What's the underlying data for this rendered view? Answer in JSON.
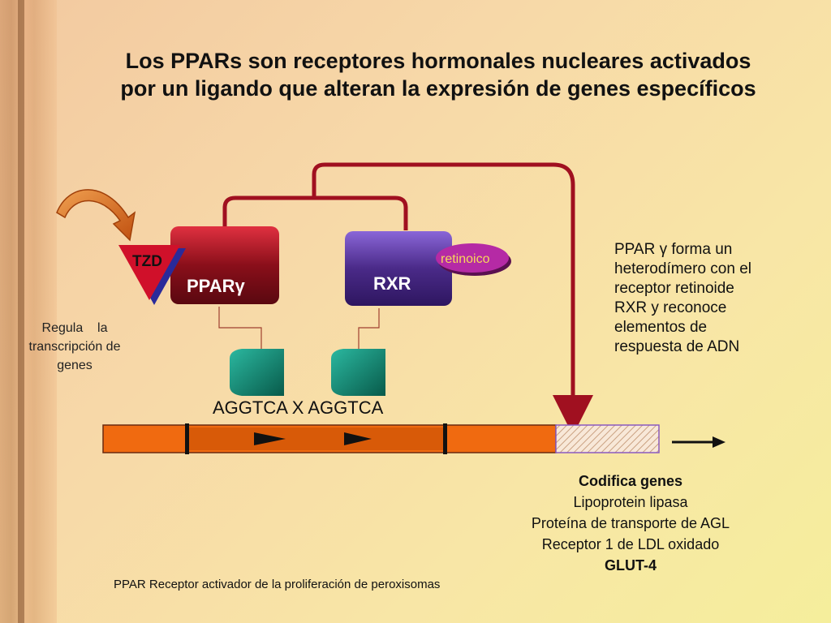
{
  "title_line1": "Los PPARs son receptores hormonales nucleares activados",
  "title_line2": "por un ligando que alteran la expresión de genes específicos",
  "tzd_label": "TZD",
  "ppar_label": "PPARγ",
  "rxr_label": "RXR",
  "retinoico_label": "retinoico",
  "regula_line1": "Regula    la",
  "regula_line2": "transcripción de",
  "regula_line3": "genes",
  "sequence": "AGGTCA X AGGTCA",
  "side_lines": [
    "PPAR γ forma un",
    "heterodímero con el",
    "receptor retinoide",
    "RXR y reconoce",
    "elementos de",
    "respuesta de ADN"
  ],
  "genes_title": "Codifica genes",
  "genes_list": [
    "Lipoprotein lipasa",
    "Proteína de transporte de AGL",
    "Receptor 1 de LDL oxidado"
  ],
  "genes_last": "GLUT-4",
  "footnote": "PPAR Receptor activador de la proliferación de peroxisomas",
  "colors": {
    "ppar_box": "#8a0f1a",
    "rxr_box": "#4a2a88",
    "retinoico_oval": "#b02aa0",
    "tzd_triangle": "#c8102e",
    "dna_bar": "#f06a10",
    "connector": "#a01020",
    "teal": "#0f7a6a"
  }
}
